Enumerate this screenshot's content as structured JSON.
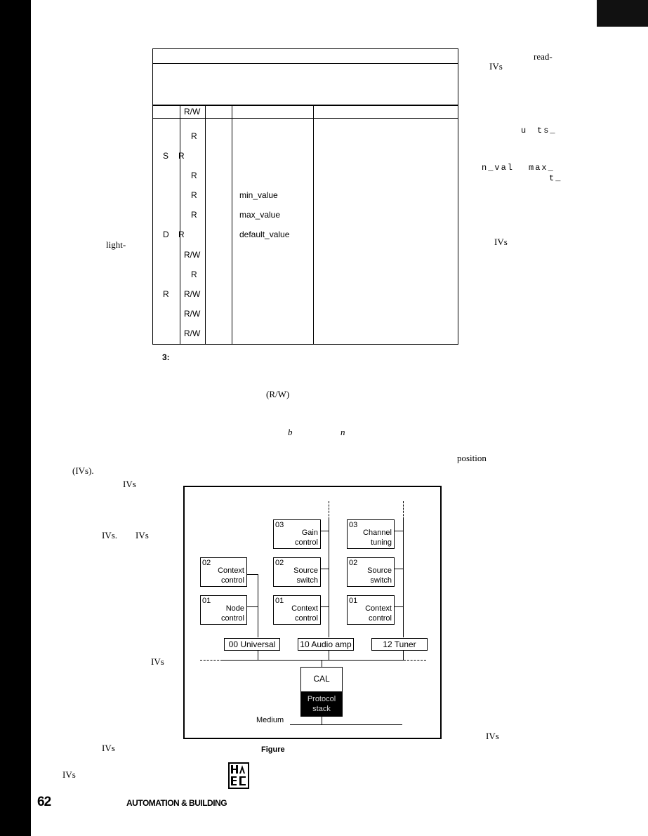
{
  "page": {
    "number": "62",
    "footer_title": "AUTOMATION & BUILDING",
    "figure_word": "Figure",
    "table_caption_num": "3:"
  },
  "right_column": {
    "t1": "read-",
    "t2": "IVs",
    "t3": "u",
    "t4": "ts_",
    "t5": "n_val",
    "t6": "max_",
    "t7": "t_",
    "t8": "IVs",
    "t9": "position",
    "t10": "IVs"
  },
  "left_column": {
    "light": "light-",
    "ivs_paren": "(IVs).",
    "ivs1": "IVs",
    "ivs2": "IVs.",
    "ivs3": "IVs",
    "ivs4": "IVs",
    "ivs5": "IVs",
    "ivs6": "IVs"
  },
  "body_text": {
    "rw": "(R/W)",
    "b": "b",
    "n": "n"
  },
  "table": {
    "header_rw": "R/W",
    "rows": [
      {
        "c1": "",
        "rw": "R",
        "name": ""
      },
      {
        "c1": "S",
        "rw": "R",
        "name": ""
      },
      {
        "c1": "",
        "rw": "R",
        "name": ""
      },
      {
        "c1": "",
        "rw": "R",
        "name": "min_value"
      },
      {
        "c1": "",
        "rw": "R",
        "name": "max_value"
      },
      {
        "c1": "D",
        "rw": "R",
        "name": "default_value"
      },
      {
        "c1": "",
        "rw": "R/W",
        "name": ""
      },
      {
        "c1": "",
        "rw": "R",
        "name": ""
      },
      {
        "c1": "R",
        "rw": "R/W",
        "name": ""
      },
      {
        "c1": "",
        "rw": "R/W",
        "name": ""
      },
      {
        "c1": "",
        "rw": "R/W",
        "name": ""
      }
    ]
  },
  "diagram": {
    "gain": {
      "num": "03",
      "label1": "Gain",
      "label2": "control"
    },
    "channel": {
      "num": "03",
      "label1": "Channel",
      "label2": "tuning"
    },
    "context_left": {
      "num": "02",
      "label1": "Context",
      "label2": "control"
    },
    "source_mid": {
      "num": "02",
      "label1": "Source",
      "label2": "switch"
    },
    "source_right": {
      "num": "02",
      "label1": "Source",
      "label2": "switch"
    },
    "node": {
      "num": "01",
      "label1": "Node",
      "label2": "control"
    },
    "context_mid": {
      "num": "01",
      "label1": "Context",
      "label2": "control"
    },
    "context_right": {
      "num": "01",
      "label1": "Context",
      "label2": "control"
    },
    "universal": "00 Universal",
    "audio": "10 Audio amp",
    "tuner": "12 Tuner",
    "cal": "CAL",
    "protocol1": "Protocol",
    "protocol2": "stack",
    "medium": "Medium"
  }
}
